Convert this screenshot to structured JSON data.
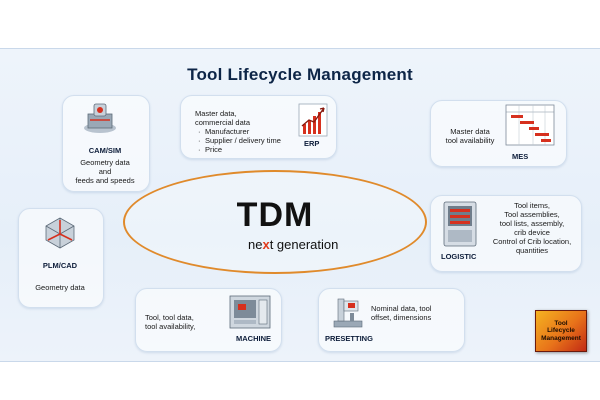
{
  "title": "Tool Lifecycle Management",
  "center": {
    "logo": "TDM",
    "subtitle_pre": "ne",
    "subtitle_x": "x",
    "subtitle_post": "t generation"
  },
  "cam_sim": {
    "label": "CAM/SIM",
    "lines": [
      "Geometry data",
      "and",
      "feeds and speeds"
    ]
  },
  "erp": {
    "label": "ERP",
    "intro": [
      "Master data,",
      "commercial data"
    ],
    "items": [
      "Manufacturer",
      "Supplier / delivery time",
      "Price"
    ]
  },
  "mes": {
    "label": "MES",
    "lines": [
      "Master data",
      "tool availability"
    ]
  },
  "plm_cad": {
    "label": "PLM/CAD",
    "lines": [
      "Geometry data"
    ]
  },
  "logistic": {
    "label": "LOGISTIC",
    "lines": [
      "Tool items,",
      "Tool assemblies,",
      "tool lists, assembly,",
      "crib device",
      "Control of Crib location,",
      "quantities"
    ]
  },
  "machine": {
    "label": "MACHINE",
    "lines": [
      "Tool, tool data,",
      "tool availability,"
    ]
  },
  "presetting": {
    "label": "PRESETTING",
    "lines": [
      "Nominal data, tool",
      "offset, dimensions"
    ]
  },
  "badge": {
    "lines": [
      "Tool",
      "Lifecycle",
      "Management"
    ]
  },
  "colors": {
    "accent_orange": "#e08a2b",
    "title_navy": "#0d2547",
    "badge_orange": "#e8731a",
    "icon_red": "#d6301e"
  }
}
